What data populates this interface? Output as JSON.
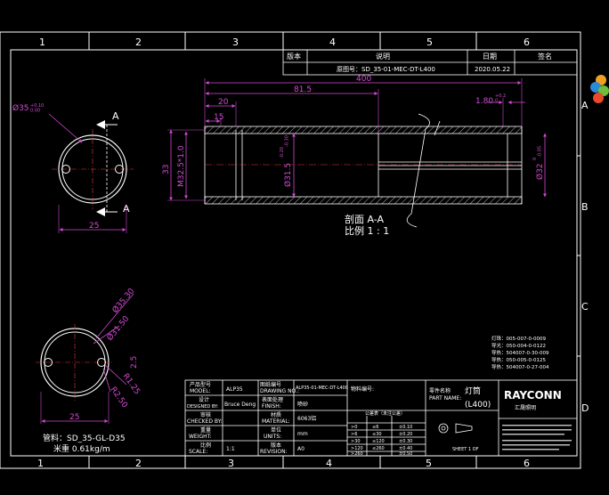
{
  "frame": {
    "col_markers": [
      "1",
      "2",
      "3",
      "4",
      "5",
      "6"
    ],
    "row_markers": [
      "A",
      "B",
      "C",
      "D"
    ]
  },
  "revision_table": {
    "headers": [
      "版本",
      "说明",
      "日期",
      "签名"
    ],
    "row": {
      "desc": "原图号：SD_35-01-MEC-DT-L400",
      "date": "2020.05.22"
    }
  },
  "dims": {
    "total_length": "400",
    "len_81_5": "81.5",
    "len_20": "20",
    "len_15": "15",
    "groove": "1.80",
    "groove_tol": "+0.2\n0",
    "dia_33": "33",
    "thread": "M32.5*1.0",
    "dia_31_5": "Ø31.5",
    "dia_31_5_tol": "-0.20\n-0.30",
    "dia_32": "Ø32",
    "dia_32_tol": "0\n-0.05",
    "dia_35": "Ø35",
    "dia_35_tol": "+0.10\n0.00",
    "end_width_top": "25",
    "end_width_bottom": "25",
    "bot_dia_35_30": "Ø35.30",
    "bot_dia_31_50": "Ø31.50",
    "bot_2_5": "2.5",
    "bot_r1_25": "R1.25",
    "bot_r2_50": "R2.50"
  },
  "section": {
    "cut_label": "A",
    "title": "剖面 A-A",
    "scale": "比例 1 : 1"
  },
  "material_note": {
    "line1": "管料：SD_35-GL-D35",
    "line2": "米重 0.61kg/m"
  },
  "part_list": [
    "灯珠：005-007-0-0009",
    "导光：050-004-0-0122",
    "导热：504007-0-30-009",
    "导热：050-005-0-0125",
    "导热：504007-0-27-004"
  ],
  "title_block": {
    "model_label_cn": "产品型号",
    "model_label_en": "MODEL:",
    "model_value": "ALP35",
    "drawing_label_cn": "图纸编号",
    "drawing_label_en": "DRAWING NO.:",
    "drawing_value": "ALP35-01-MEC-DT-L400",
    "material_code_label": "物料编号:",
    "part_name_label_cn": "零件名称",
    "part_name_label_en": "PART NAME:",
    "part_name_value": "灯筒",
    "part_name_sub": "(L400)",
    "designed_label_cn": "设计",
    "designed_label_en": "DESIGNED BY:",
    "designed_value": "Bruce Deng",
    "finish_label_cn": "表面处理",
    "finish_label_en": "FINISH:",
    "finish_value": "喷砂",
    "checked_label_cn": "审核",
    "checked_label_en": "CHECKED BY:",
    "material_label_cn": "材质",
    "material_label_en": "MATERIAL:",
    "material_value": "6063铝",
    "weight_label_cn": "重量",
    "weight_label_en": "WEIGHT:",
    "unit_label_cn": "单位",
    "unit_label_en": "UNITS:",
    "unit_value": "mm",
    "scale_label_cn": "比例",
    "scale_label_en": "SCALE:",
    "scale_value": "1:1",
    "revision_label_cn": "版本",
    "revision_label_en": "REVISION:",
    "revision_value": "A0",
    "tolerance_title": "公差表（未注公差）",
    "tolerance_rows": [
      {
        "a": ">0",
        "b": "≤6",
        "c": "±0.10"
      },
      {
        "a": ">6",
        "b": "≤30",
        "c": "±0.20"
      },
      {
        "a": ">30",
        "b": "≤120",
        "c": "±0.30"
      },
      {
        "a": ">120",
        "b": "≤260",
        "c": "±0.40"
      },
      {
        "a": ">260",
        "b": "",
        "c": "±0.50"
      }
    ],
    "sheet_label": "SHEET 1 OF",
    "company_logo": "RAYCONN",
    "company_cn": "汇晟照明"
  }
}
